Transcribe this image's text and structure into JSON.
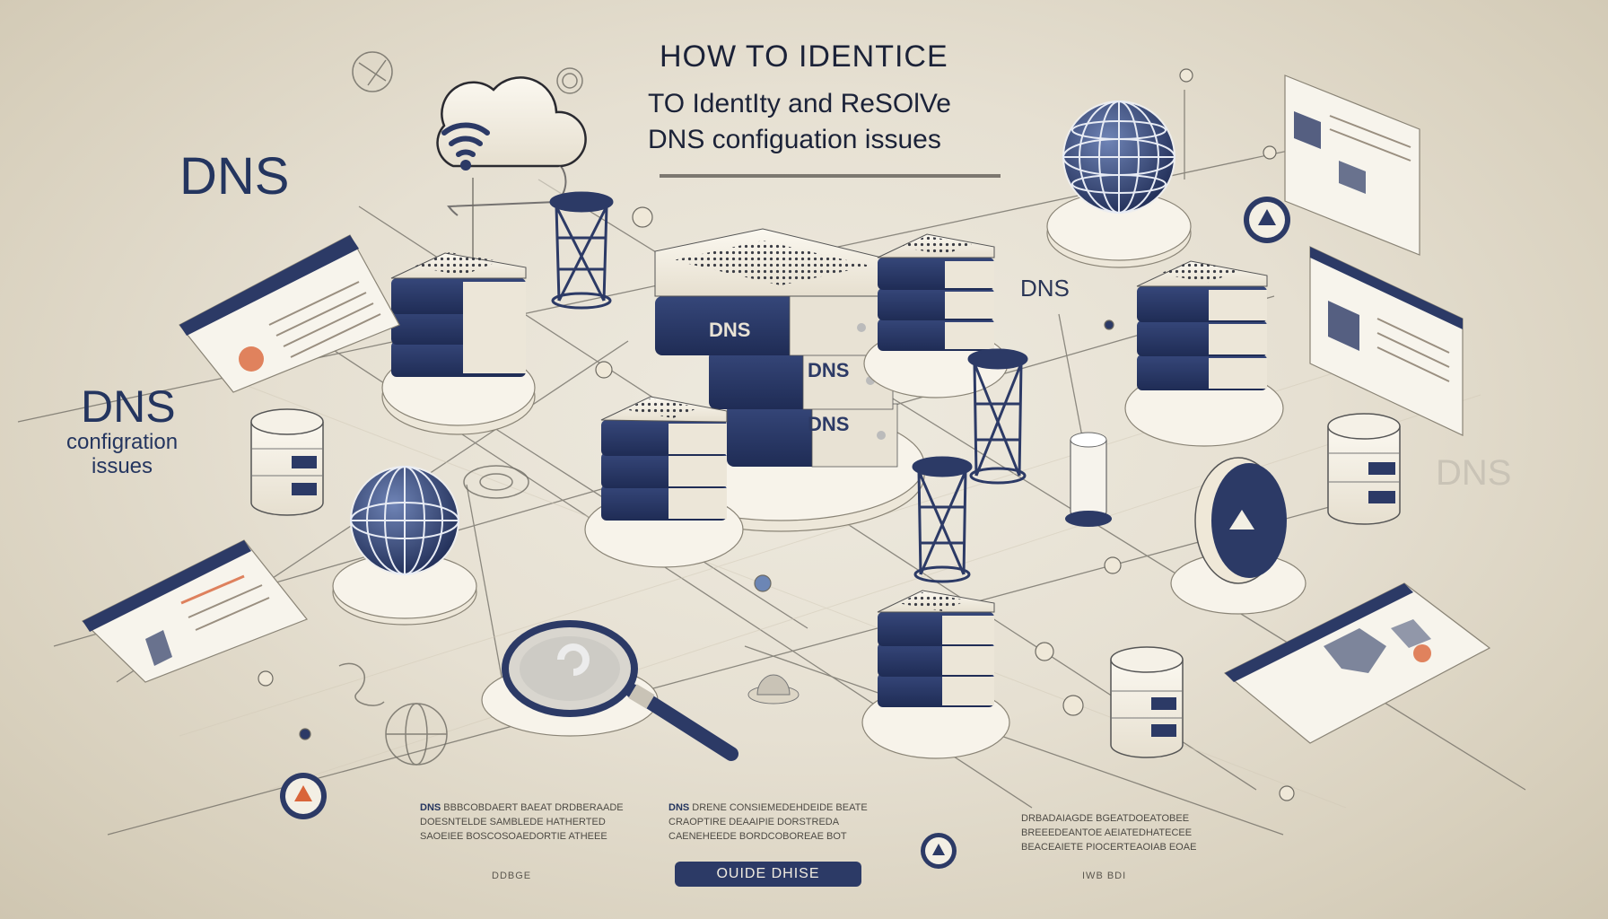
{
  "title": {
    "line1": "HOW TO IDENTICE",
    "line2": "TO IdentIty and ReSOlVe",
    "line3": "DNS configuation issues"
  },
  "labels": {
    "dns_big": "DNS",
    "dns_mid": "DNS",
    "dns_left": "DNS",
    "config": "configration",
    "issues": "issues",
    "dns_faded": "DNS"
  },
  "server_labels": {
    "main_top": "DNS",
    "main_mid": "DNS",
    "main_bottom": "DNS"
  },
  "text_blocks": [
    {
      "lead": "DNS",
      "lines": [
        "BBBCOBDAERT BAEAT DRDBERAADE",
        "DOESNTELDE SAMBLEDE HATHERTED",
        "SAOEIEE BOSCOSOAEDORTIE ATHEEE"
      ]
    },
    {
      "lead": "DNS",
      "lines": [
        "DRENE CONSIEMEDEHDEIDE BEATE",
        "CRAOPTIRE DEAAIPIE DORSTREDA",
        "CAENEHEEDE BORDCOBOREAE BOT"
      ]
    },
    {
      "lead": "",
      "lines": [
        "DRBADAIAGDE BGEATDOEATOBEE",
        "BREEEDEANTOE AEIATEDHATECEE",
        "BEACEAIETE PIOCERTEAOIAB EOAE"
      ]
    }
  ],
  "footer_left": "DDBGE",
  "footer_right": "IWB BDI",
  "button": {
    "label": "OUIDE DHISE"
  },
  "colors": {
    "navy": "#2c3a66",
    "cream": "#f3efe4",
    "background": "#e6e0d2",
    "accent": "#d9653a"
  }
}
